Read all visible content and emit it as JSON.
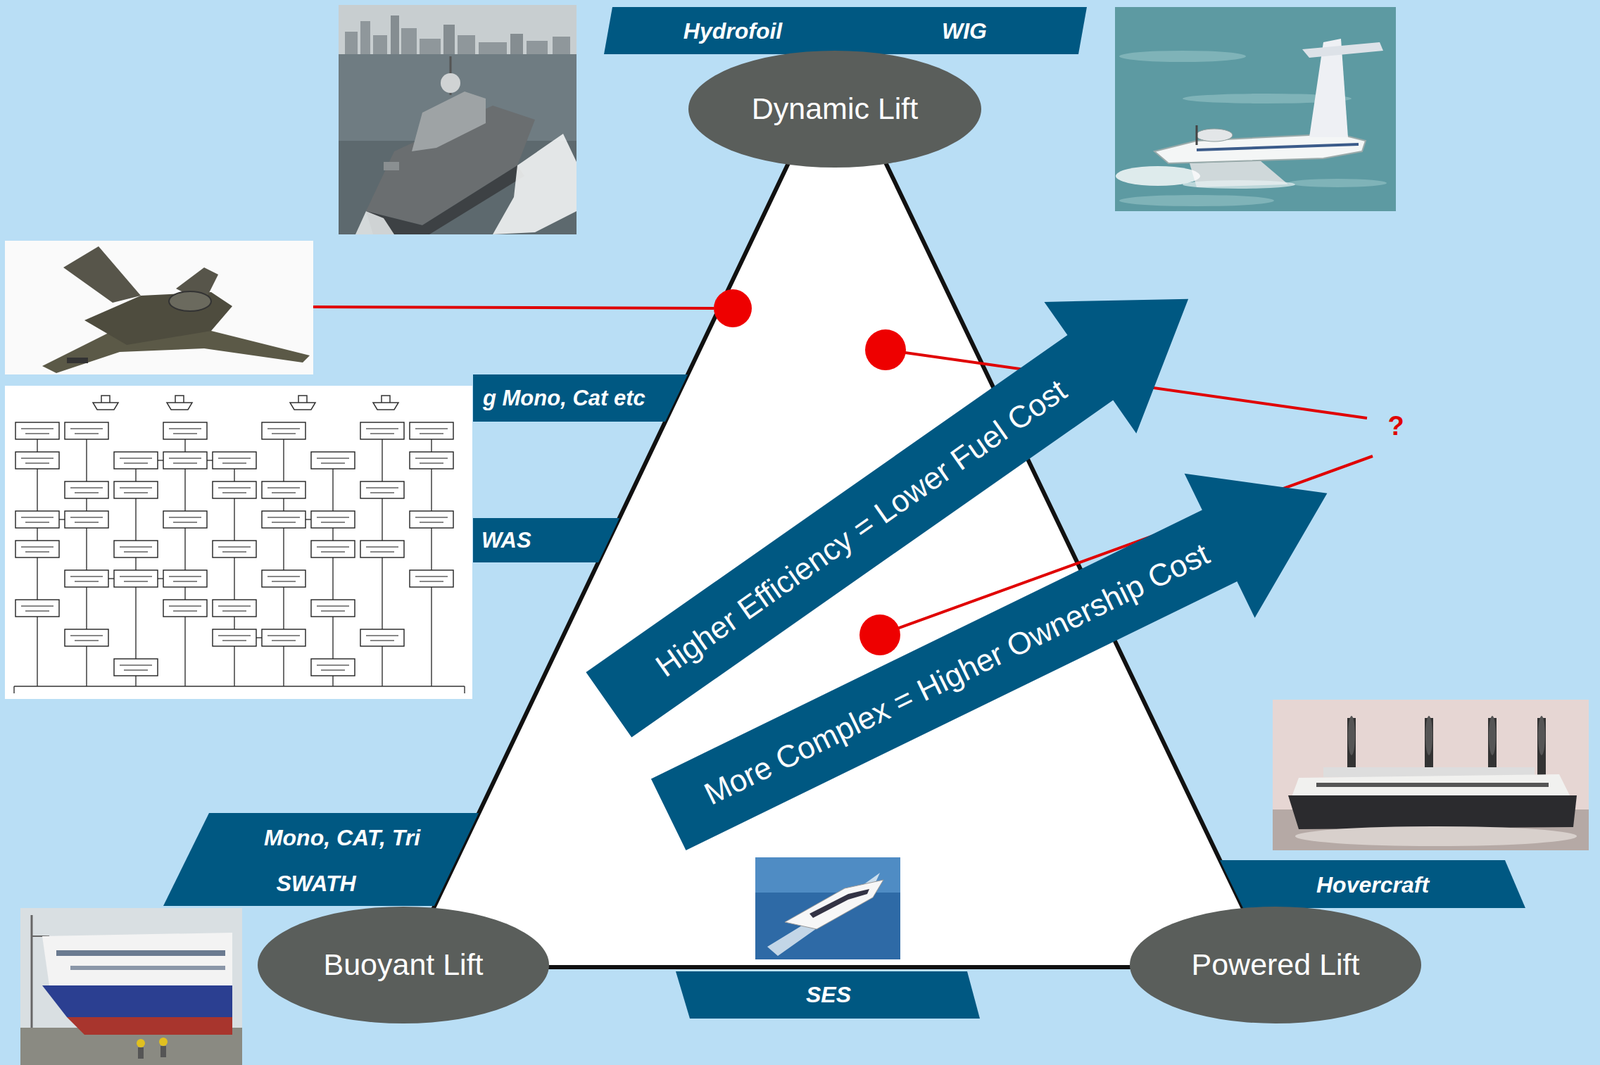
{
  "diagram": {
    "nodes": [
      {
        "text": [
          "Hydrofoil",
          "WIG"
        ]
      },
      {
        "text": [
          "Dynamic Lift"
        ]
      },
      {
        "text": [
          "g Mono, Cat etc"
        ]
      },
      {
        "text": [
          "WAS"
        ]
      },
      {
        "text": [
          "Higher Efficiency = Lower Fuel Cost"
        ]
      },
      {
        "text": [
          "More Complex = Higher Ownership Cost"
        ]
      },
      {
        "text": [
          "Mono, CAT, Tri",
          "SWATH"
        ]
      },
      {
        "text": [
          "Hovercraft"
        ]
      },
      {
        "text": [
          "Buoyant Lift"
        ]
      },
      {
        "text": [
          "SES"
        ]
      },
      {
        "text": [
          "Powered Lift"
        ]
      }
    ],
    "labels": [
      "?"
    ]
  }
}
